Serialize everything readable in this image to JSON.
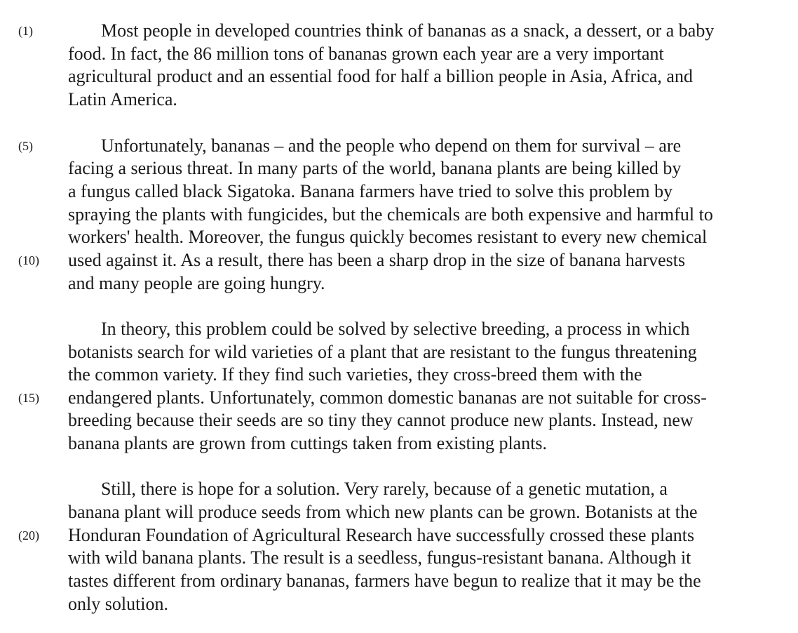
{
  "line_numbers": [
    "(1)",
    "(5)",
    "(10)",
    "(15)",
    "(20)"
  ],
  "lines": [
    "Most people in developed countries think of bananas as a snack, a dessert, or a baby",
    "food.  In fact, the 86 million tons of bananas grown each year are a very important",
    "agricultural product and an essential food for half a billion people in Asia, Africa, and",
    "Latin America.",
    "Unfortunately, bananas – and the people who depend on them for survival – are",
    "facing a serious threat.  In many parts of the world, banana plants are being killed by",
    "a fungus called black Sigatoka.  Banana farmers have tried to solve this problem by",
    "spraying the plants with fungicides, but the chemicals are both expensive and harmful to",
    "workers' health.  Moreover, the fungus quickly becomes resistant to every new chemical",
    "used against it.  As a result, there has been a sharp drop in the size of banana harvests",
    "and many people are going hungry.",
    "In theory, this problem could be solved by selective breeding, a process in which",
    "botanists search for wild varieties of a plant that are resistant to the fungus threatening",
    "the common variety.  If they find such varieties, they cross-breed them with the",
    "endangered plants.  Unfortunately, common domestic bananas are not suitable for cross-",
    "breeding because their seeds are so tiny they cannot produce new plants.  Instead, new",
    "banana plants are grown from cuttings taken from existing plants.",
    "Still, there is hope for a solution.  Very rarely, because of a genetic mutation, a",
    "banana plant will produce seeds from which new plants can be grown.  Botanists at the",
    "Honduran Foundation of Agricultural Research have successfully crossed these plants",
    "with wild banana plants.  The result is a seedless, fungus-resistant banana.  Although it",
    "tastes different from ordinary bananas, farmers have begun to realize that it may be the",
    "only solution."
  ]
}
